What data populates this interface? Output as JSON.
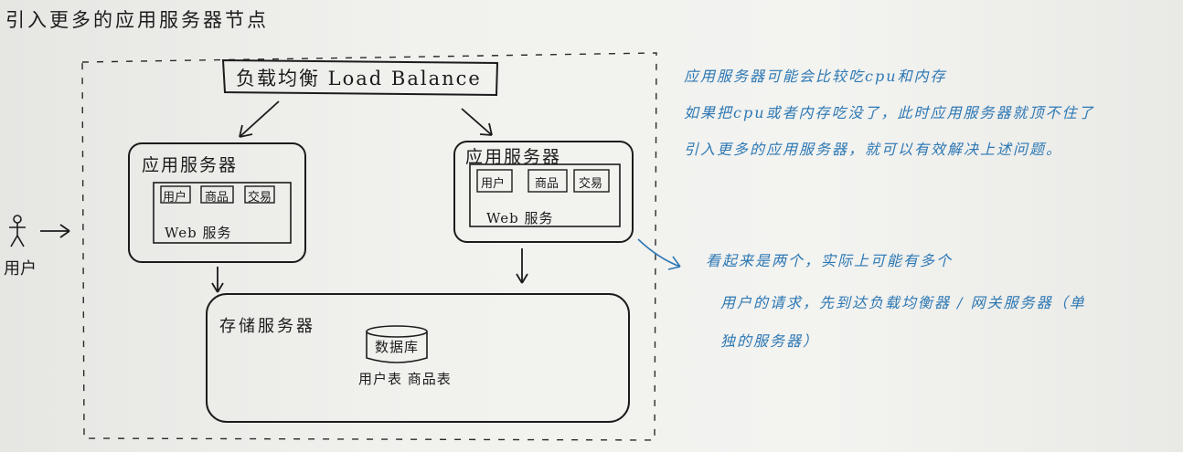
{
  "title": "引入更多的应用服务器节点",
  "load_balancer": {
    "label": "负载均衡   Load   Balance"
  },
  "app_server_left": {
    "title": "应用服务器",
    "modules": [
      "用户",
      "商品",
      "交易"
    ],
    "web_label": "Web 服务"
  },
  "app_server_right": {
    "title": "应用服务器",
    "modules": [
      "用户",
      "商品",
      "交易"
    ],
    "web_label": "Web 服务"
  },
  "storage_server": {
    "title": "存储服务器",
    "db_label": "数据库",
    "tables_label": "用户表  商品表"
  },
  "user": {
    "icon": "stick-figure-icon",
    "label": "用户"
  },
  "notes": {
    "line1": "应用服务器可能会比较吃cpu和内存",
    "line2": "如果把cpu或者内存吃没了，此时应用服务器就顶不住了",
    "line3": "引入更多的应用服务器，就可以有效解决上述问题。",
    "line4": "看起来是两个，实际上可能有多个",
    "line5": "用户的请求，先到达负载均衡器 / 网关服务器（单",
    "line6": "独的服务器）"
  },
  "colors": {
    "ink": "#1c1c1c",
    "note_ink": "#2d78b4",
    "paper": "#f1f1ee"
  }
}
